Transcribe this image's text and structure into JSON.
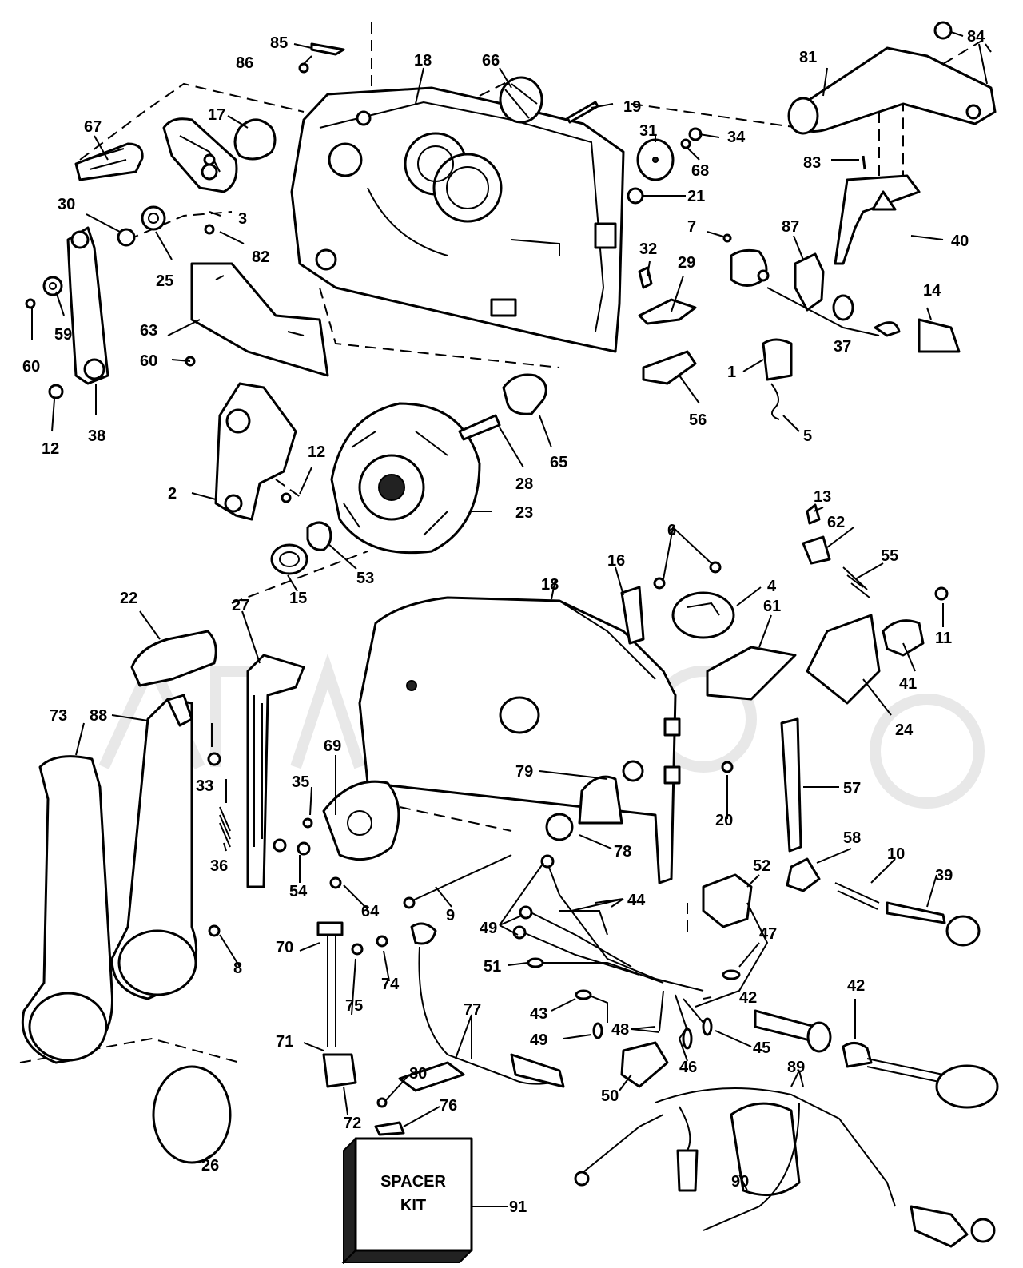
{
  "diagram": {
    "callouts": [
      "1",
      "2",
      "3",
      "4",
      "5",
      "6",
      "7",
      "8",
      "9",
      "10",
      "11",
      "12",
      "13",
      "14",
      "15",
      "16",
      "17",
      "18",
      "19",
      "20",
      "21",
      "22",
      "23",
      "24",
      "25",
      "26",
      "27",
      "28",
      "29",
      "30",
      "31",
      "32",
      "33",
      "34",
      "35",
      "36",
      "37",
      "38",
      "39",
      "40",
      "41",
      "42",
      "43",
      "44",
      "45",
      "46",
      "47",
      "48",
      "49",
      "50",
      "51",
      "52",
      "53",
      "54",
      "55",
      "56",
      "57",
      "58",
      "59",
      "60",
      "61",
      "62",
      "63",
      "64",
      "65",
      "66",
      "67",
      "68",
      "69",
      "70",
      "71",
      "72",
      "73",
      "74",
      "75",
      "76",
      "77",
      "78",
      "79",
      "80",
      "81",
      "82",
      "83",
      "84",
      "85",
      "86",
      "87",
      "88",
      "89",
      "90",
      "91"
    ],
    "spacer_kit_label": [
      "SPACER",
      "KIT"
    ],
    "part_colors": {
      "line": "#000000",
      "fill": "#ffffff",
      "dark": "#222222",
      "watermark": "#d9d9d9"
    }
  }
}
